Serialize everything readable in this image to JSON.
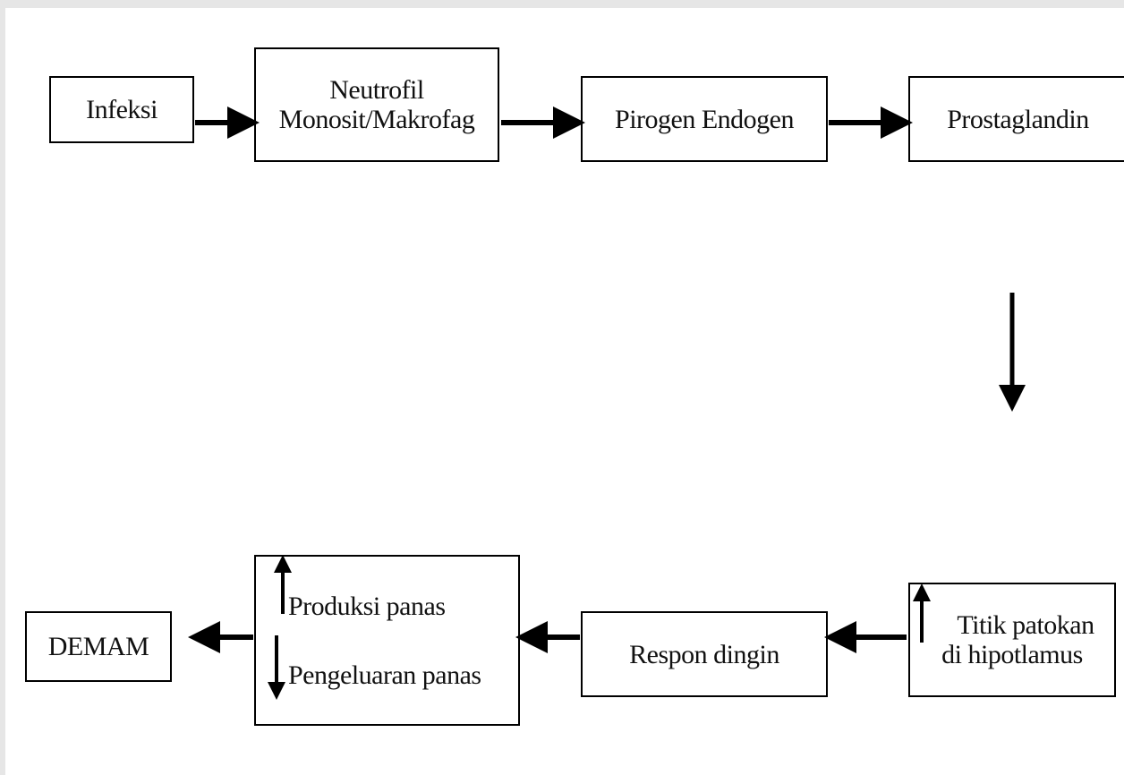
{
  "nodes": {
    "infeksi": "Infeksi",
    "neutrofil_line1": "Neutrofil",
    "neutrofil_line2": "Monosit/Makrofag",
    "pirogen": "Pirogen Endogen",
    "prostaglandin": "Prostaglandin",
    "titik_line1": "Titik patokan",
    "titik_line2": "di hipotlamus",
    "respon": "Respon dingin",
    "produksi": "Produksi panas",
    "pengeluaran": "Pengeluaran panas",
    "demam": "DEMAM"
  },
  "colors": {
    "stroke": "#000000",
    "background": "#ffffff",
    "frame": "#e6e6e6"
  }
}
